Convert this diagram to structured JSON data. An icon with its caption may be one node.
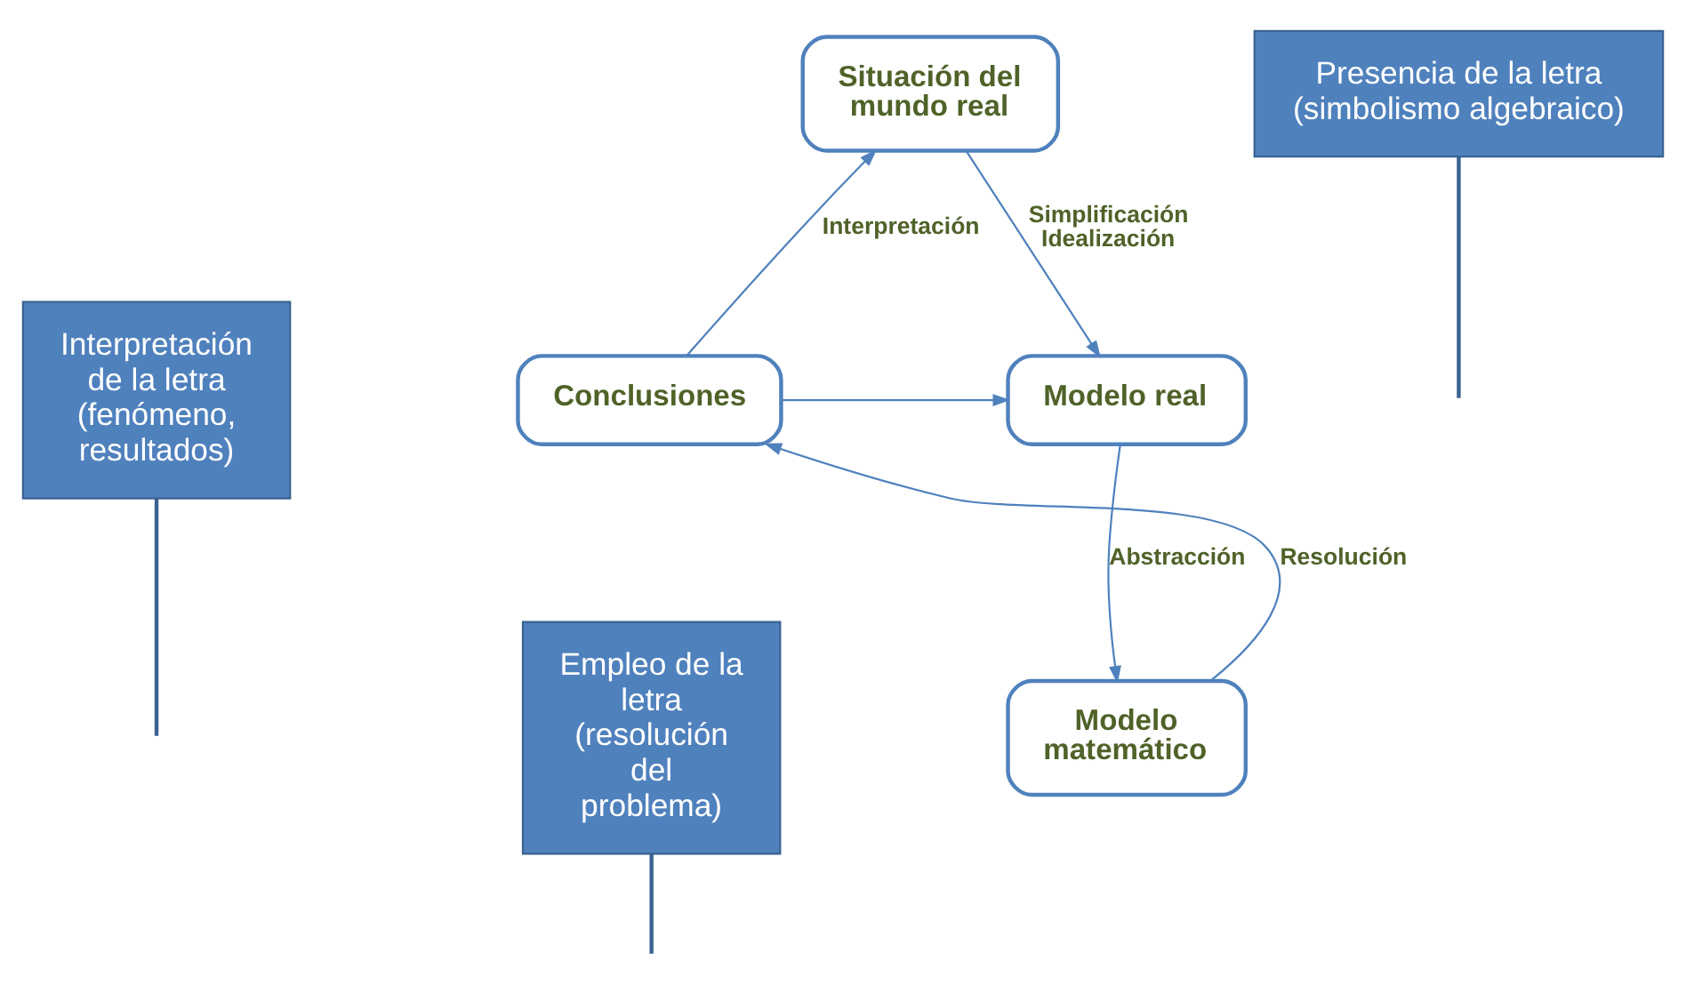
{
  "diagram": {
    "nodes": [
      {
        "text": [
          "Interpretación de la letra (fenómeno, resultados)"
        ]
      },
      {
        "text": [
          "Situación del mundo real"
        ]
      },
      {
        "text": [
          "Conclusiones"
        ]
      },
      {
        "text": [
          "Modelo real"
        ]
      },
      {
        "text": [
          "Modelo matemático"
        ]
      },
      {
        "text": [
          "Empleo de la letra (resolución del problema)"
        ]
      },
      {
        "text": [
          "Presencia de la letra (simbolismo algebraico)"
        ]
      }
    ],
    "edges": [
      {
        "from": 1,
        "to": 3,
        "arrow": "to",
        "label": "Simplificación Idealización"
      },
      {
        "from": 3,
        "to": 4,
        "arrow": "to",
        "label": "Abstracción"
      },
      {
        "from": 4,
        "to": 2,
        "arrow": "to",
        "label": "Resolución"
      },
      {
        "from": 2,
        "to": 1,
        "arrow": "to",
        "label": "Interpretación"
      },
      {
        "from": 2,
        "to": 3,
        "arrow": "to"
      },
      {
        "from": 0,
        "to": null,
        "arrow": "none"
      },
      {
        "from": 5,
        "to": null,
        "arrow": "none"
      },
      {
        "from": 6,
        "to": null,
        "arrow": "none"
      }
    ]
  }
}
